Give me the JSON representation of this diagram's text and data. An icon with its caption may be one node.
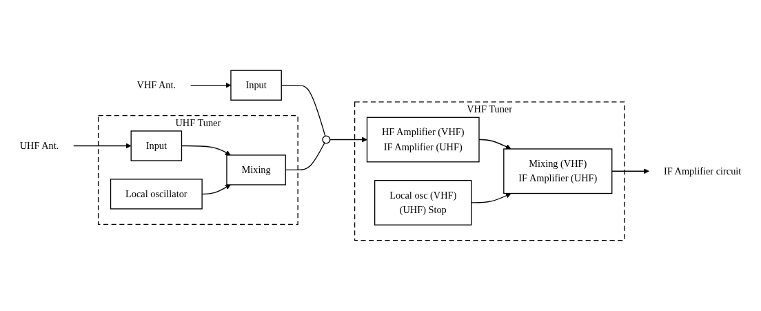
{
  "diagram": {
    "nodes": [
      {
        "text": [
          "VHF Ant."
        ]
      },
      {
        "text": [
          "Input"
        ]
      },
      {
        "text": [
          "UHF Ant."
        ]
      },
      {
        "text": [
          "UHF Tuner"
        ]
      },
      {
        "text": [
          "Input"
        ],
        "in": 3
      },
      {
        "text": [
          "Mixing"
        ],
        "in": 3
      },
      {
        "text": [
          "Local oscillator"
        ],
        "in": 3
      },
      {
        "text": [],
        "shape": "circle"
      },
      {
        "text": [
          "VHF Tuner"
        ]
      },
      {
        "text": [
          "HF Amplifier (VHF)",
          "IF Amplifier (UHF)"
        ],
        "in": 8
      },
      {
        "text": [
          "Mixing (VHF)",
          "IF Amplifier (UHF)"
        ],
        "in": 8
      },
      {
        "text": [
          "Local osc (VHF)",
          "(UHF) Stop"
        ],
        "in": 8
      },
      {
        "text": [
          "IF Amplifier circuit"
        ]
      }
    ],
    "edges": [
      {
        "from": 0,
        "to": 1,
        "arrow": "to"
      },
      {
        "from": 2,
        "to": 4,
        "arrow": "to"
      },
      {
        "from": 4,
        "to": 5,
        "arrow": "to"
      },
      {
        "from": 6,
        "to": 5,
        "arrow": "to"
      },
      {
        "from": 1,
        "to": 7,
        "arrow": "none"
      },
      {
        "from": 5,
        "to": 7,
        "arrow": "none"
      },
      {
        "from": 7,
        "to": 9,
        "arrow": "to"
      },
      {
        "from": 9,
        "to": 10,
        "arrow": "to"
      },
      {
        "from": 11,
        "to": 10,
        "arrow": "to"
      },
      {
        "from": 10,
        "to": 12,
        "arrow": "to"
      }
    ]
  }
}
